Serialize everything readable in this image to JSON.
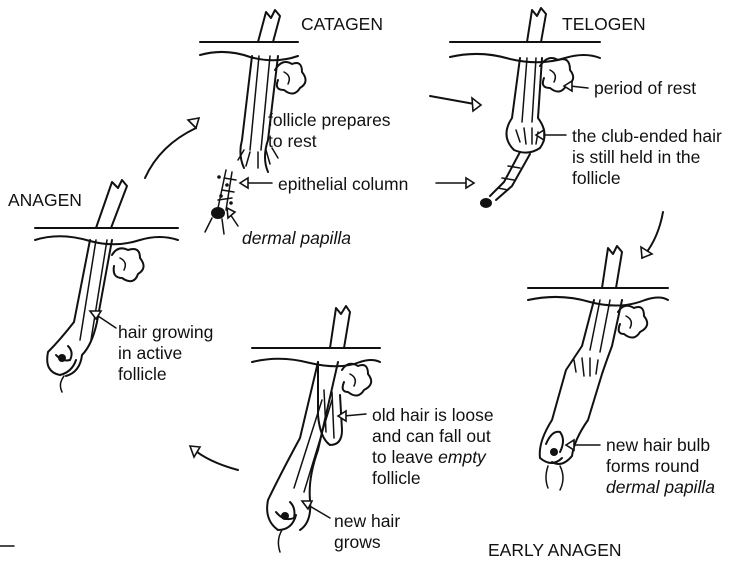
{
  "stages": {
    "anagen": "ANAGEN",
    "catagen": "CATAGEN",
    "telogen": "TELOGEN",
    "early_anagen": "EARLY ANAGEN"
  },
  "labels": {
    "anagen_hair_1": "hair growing",
    "anagen_hair_2": "in active",
    "anagen_hair_3": "follicle",
    "catagen_prep_1": "follicle prepares",
    "catagen_prep_2": "to rest",
    "epithelial": "epithelial column",
    "dermal_papilla": "dermal papilla",
    "period_rest": "period of rest",
    "club_1": "the club-ended hair",
    "club_2": "is still held in the",
    "club_3": "follicle",
    "old_1": "old hair is loose",
    "old_2": "and can fall out",
    "old_3_a": "to leave ",
    "old_3_b": "empty",
    "old_4": "follicle",
    "new_hair_1": "new hair",
    "new_hair_2": "grows",
    "bulb_1": "new hair bulb",
    "bulb_2": "forms round",
    "bulb_3": "dermal papilla"
  }
}
